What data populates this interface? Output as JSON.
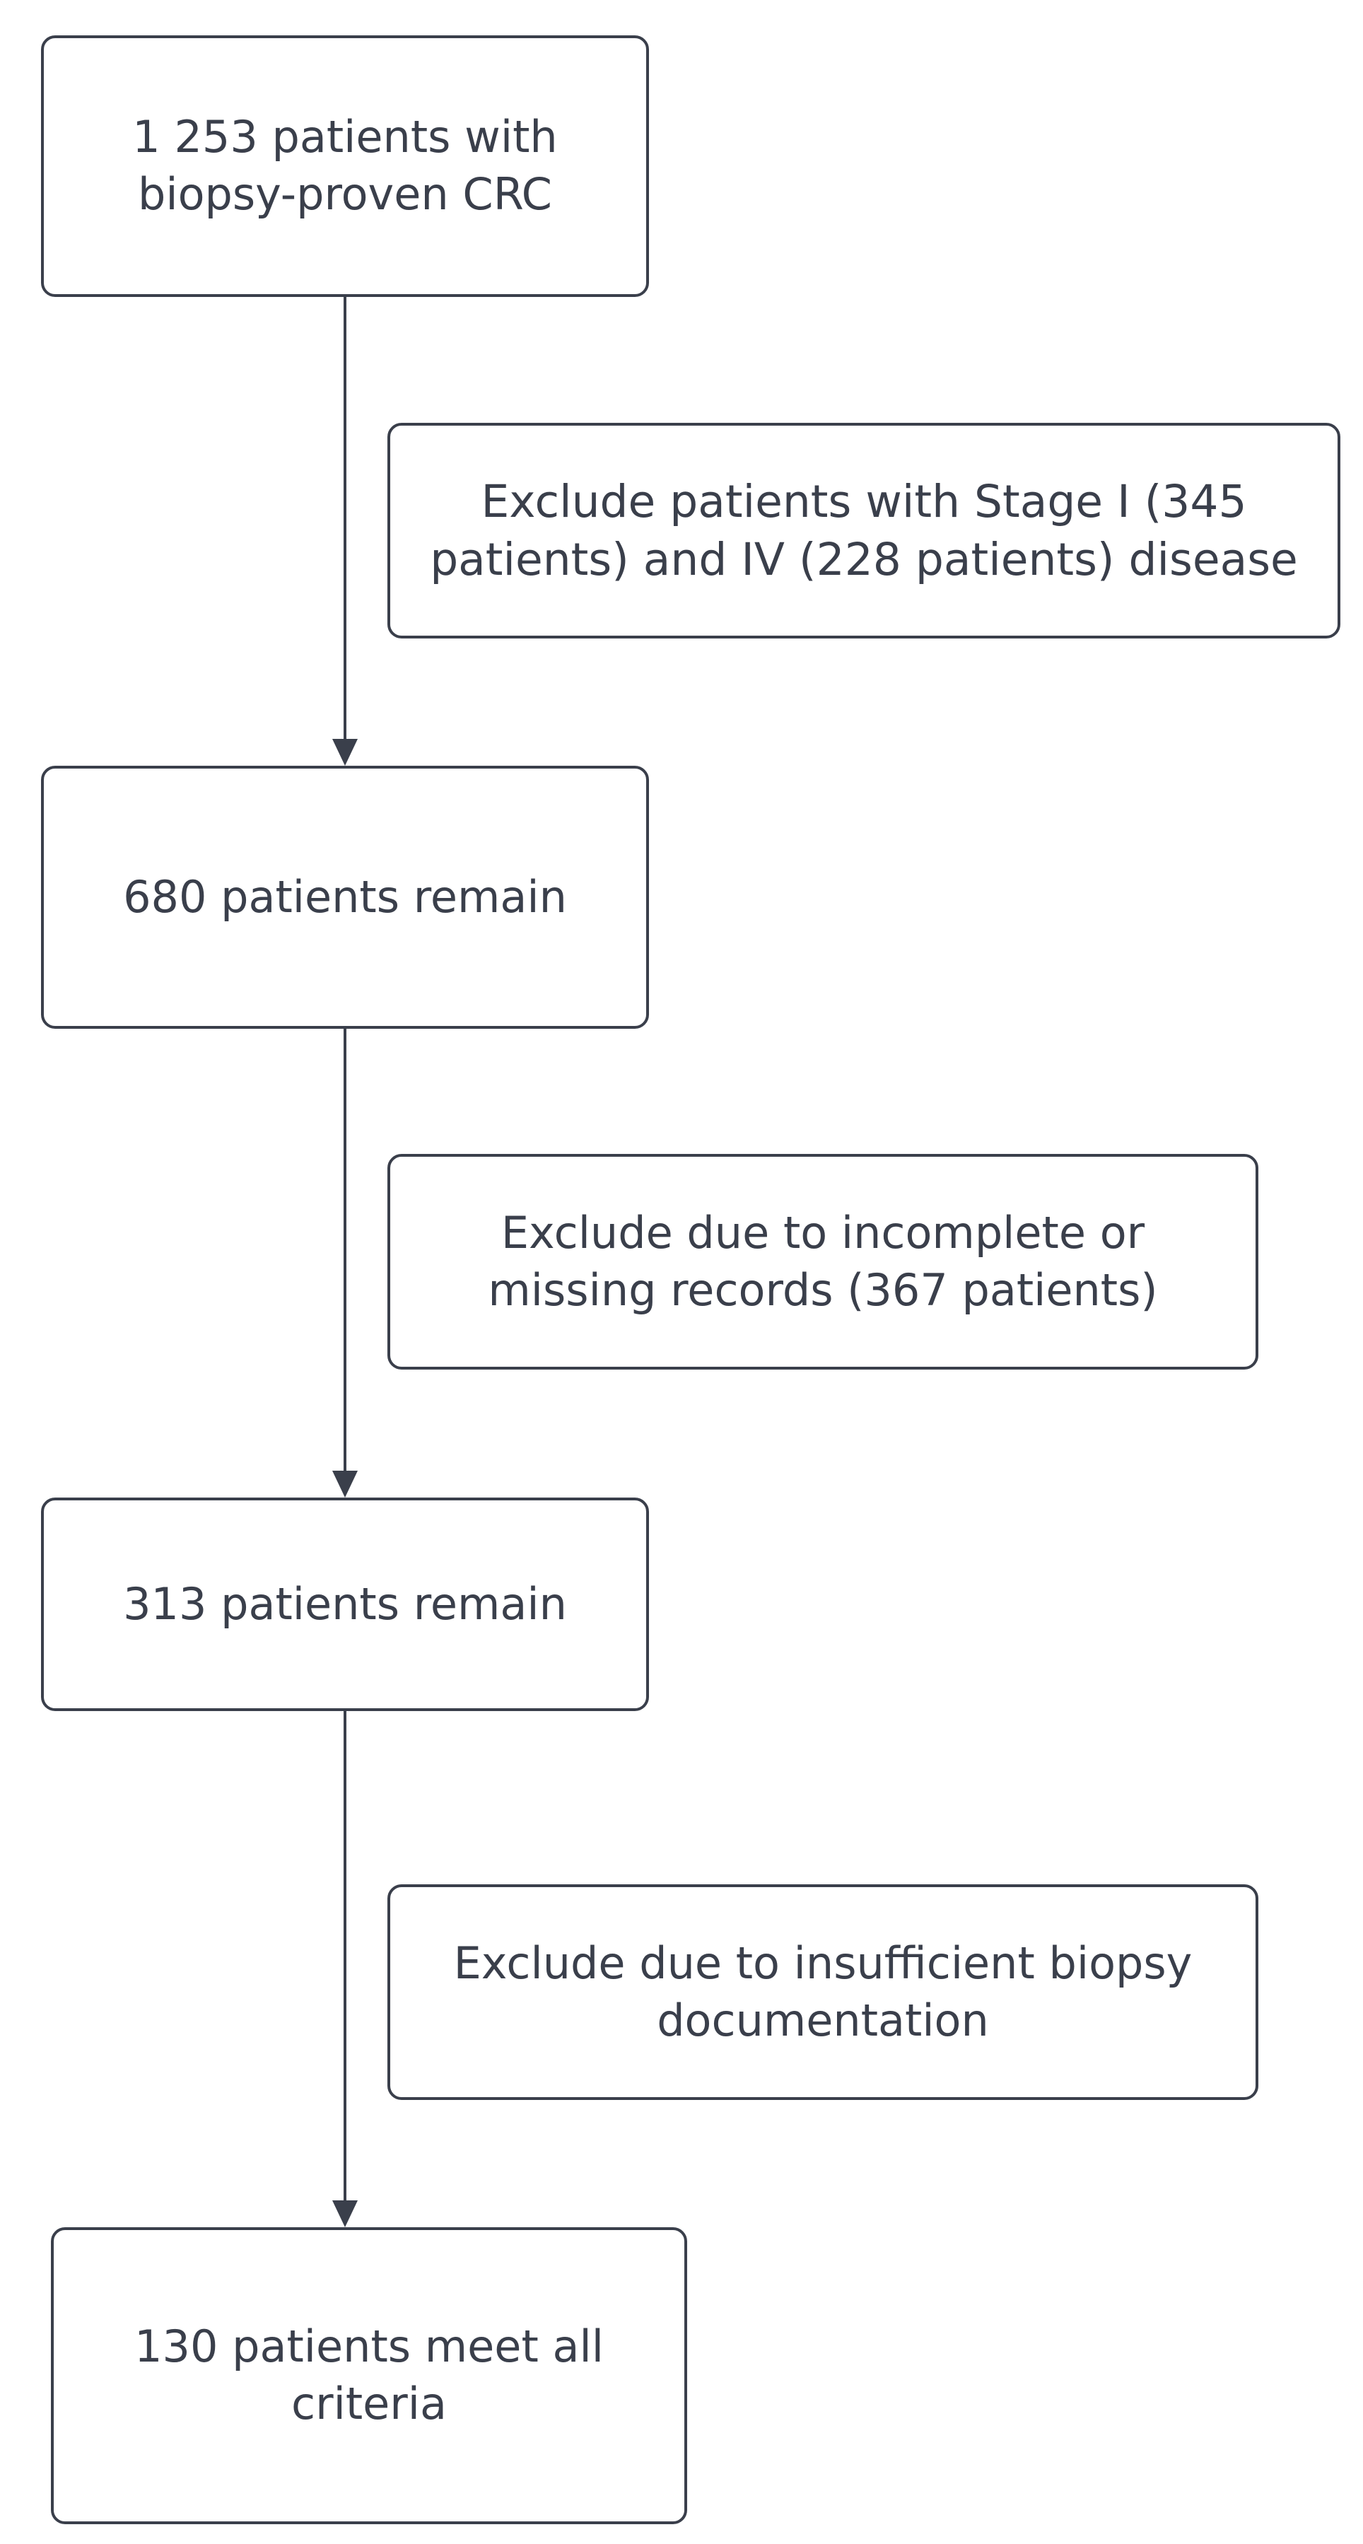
{
  "flowchart": {
    "steps": [
      {
        "text": "1 253 patients with biopsy-proven CRC"
      },
      {
        "text": "680 patients remain"
      },
      {
        "text": "313 patients remain"
      },
      {
        "text": "130 patients meet all criteria"
      }
    ],
    "exclusions": [
      {
        "text": "Exclude patients with Stage I (345 patients) and IV (228 patients) disease"
      },
      {
        "text": "Exclude due to incomplete or missing records (367 patients)"
      },
      {
        "text": "Exclude due to insufficient biopsy documentation"
      }
    ]
  },
  "colors": {
    "stroke": "#3a3f4b",
    "text": "#3a3f4b",
    "background": "#ffffff"
  }
}
